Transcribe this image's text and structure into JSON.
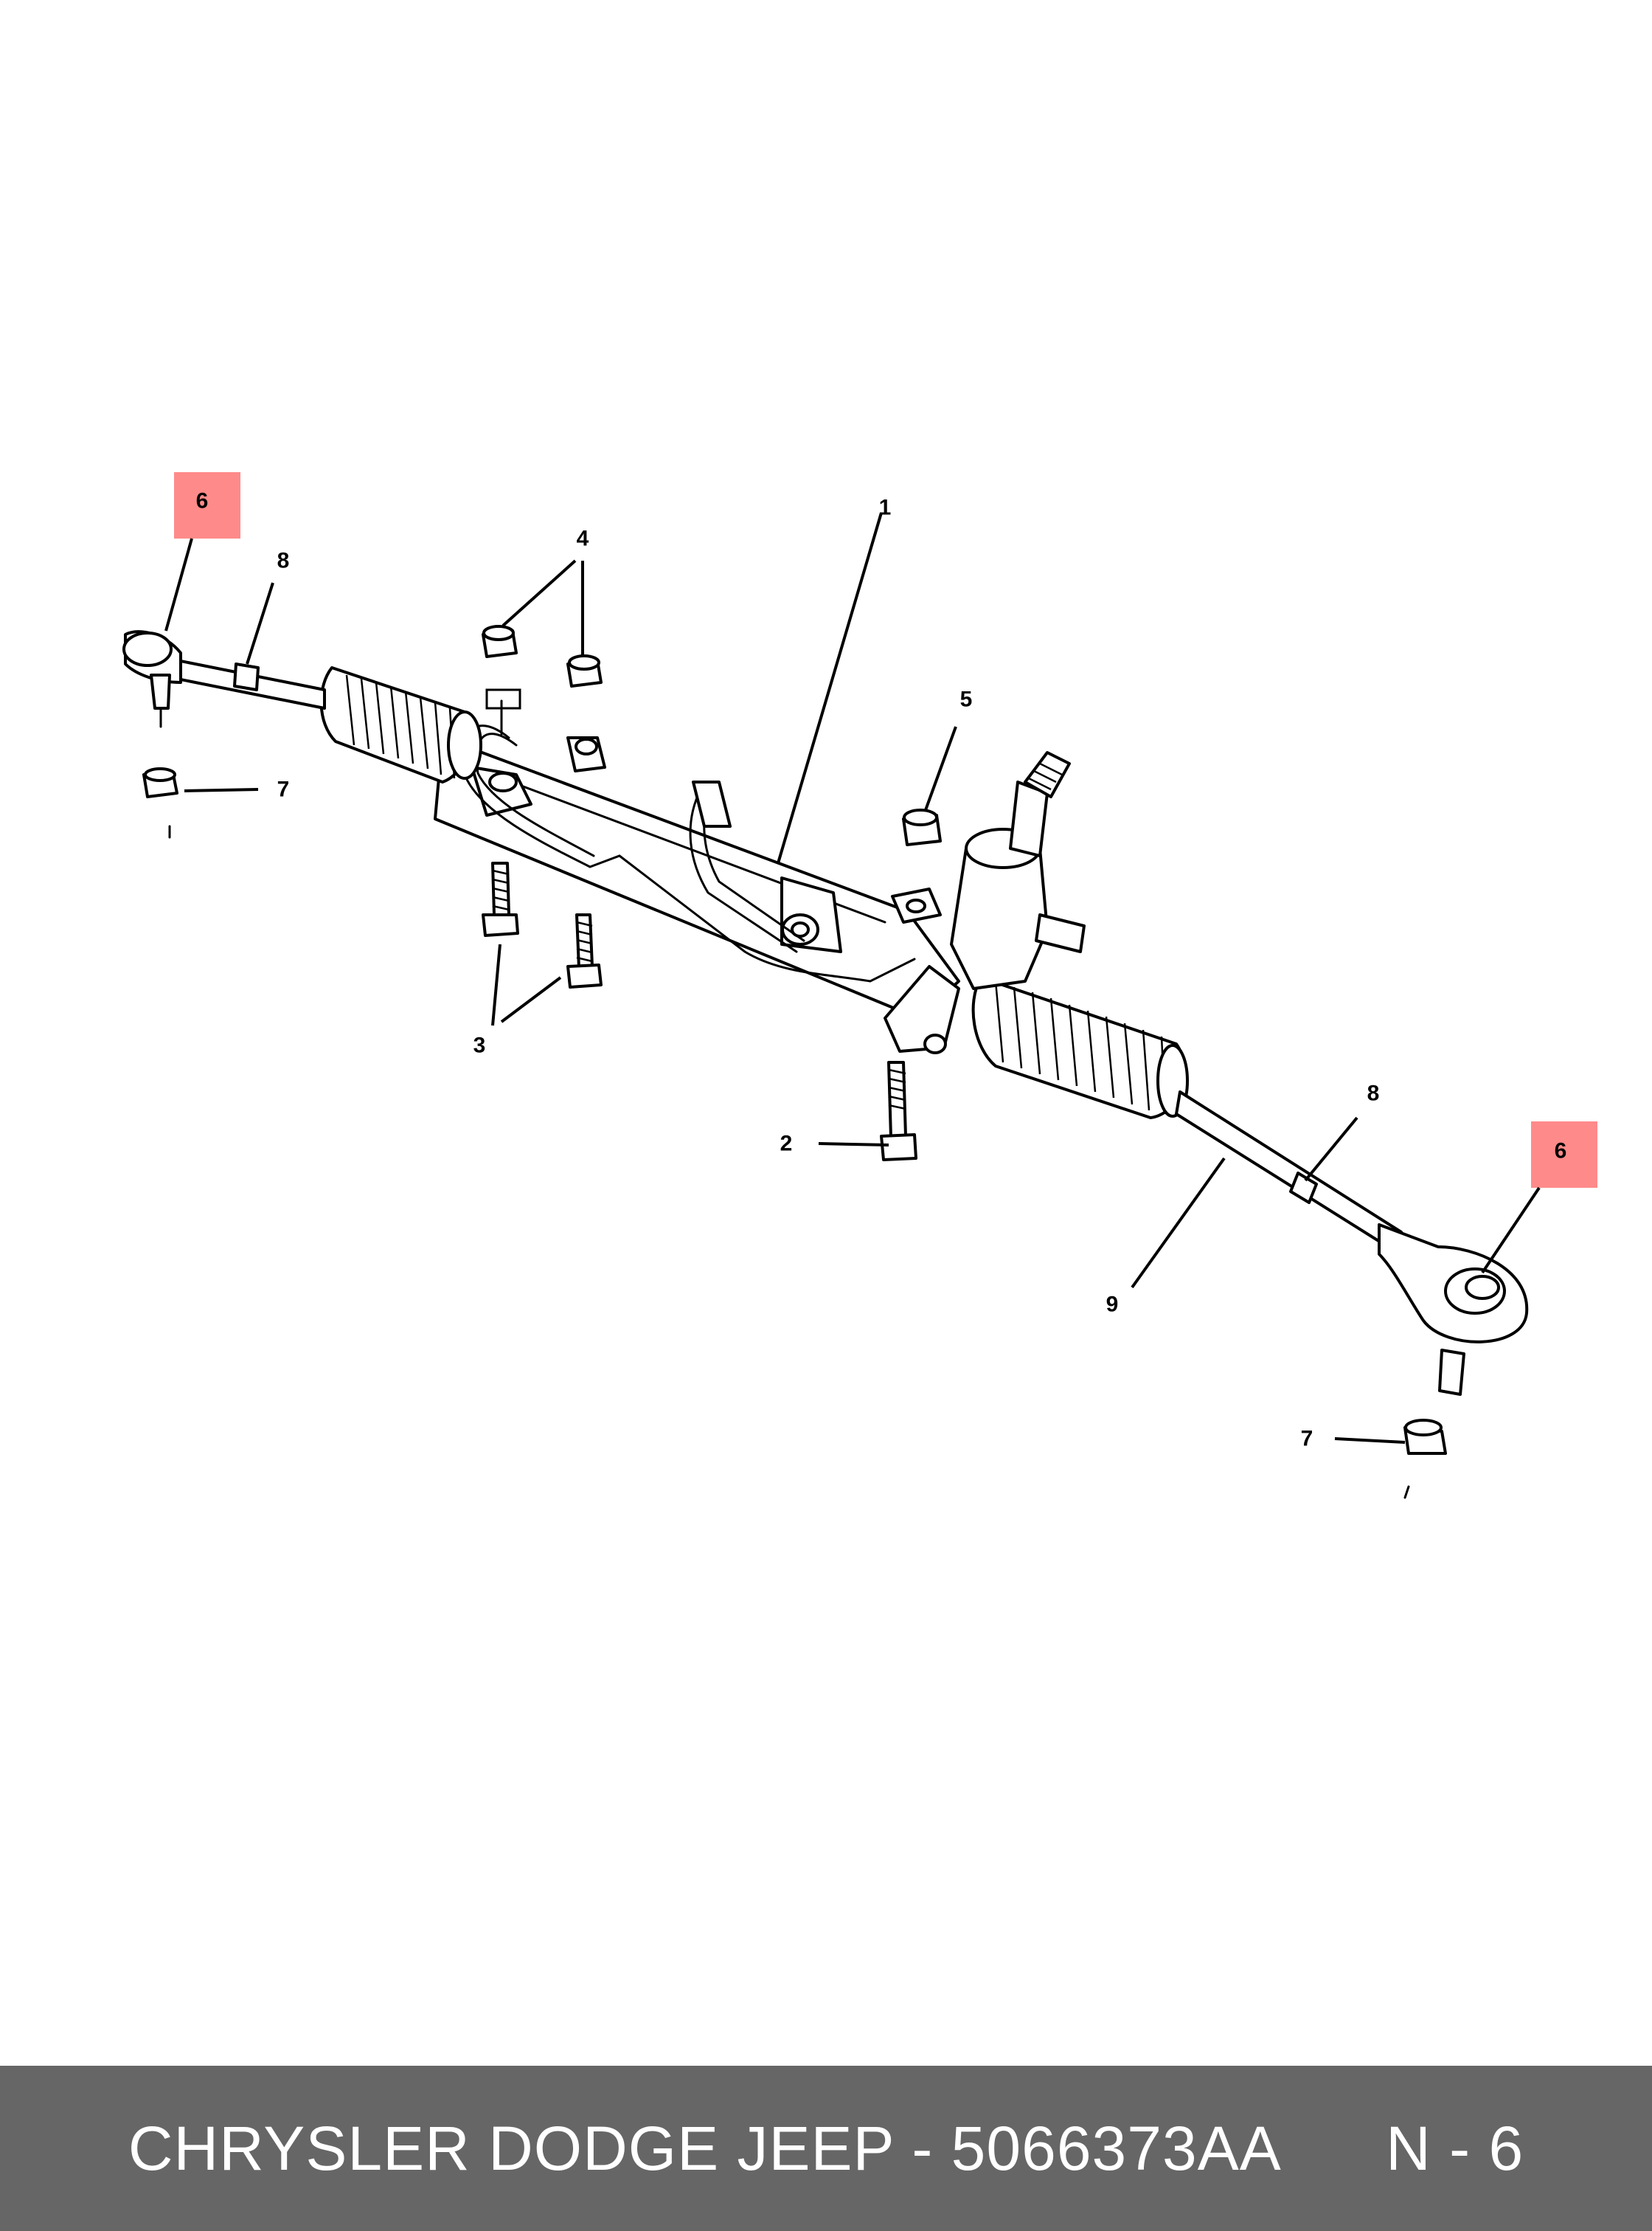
{
  "colors": {
    "background": "#ffffff",
    "footer_background": "#666666",
    "footer_text": "#ffffff",
    "highlight": "#ff8a8a",
    "line_art": "#000000"
  },
  "callouts": {
    "c1": "1",
    "c2": "2",
    "c3": "3",
    "c4": "4",
    "c5": "5",
    "c6_left": "6",
    "c6_right": "6",
    "c7_left": "7",
    "c7_right": "7",
    "c8_left": "8",
    "c8_right": "8",
    "c9": "9"
  },
  "highlighted_callout": "6",
  "footer": {
    "text": "CHRYSLER DODGE JEEP - 5066373AA      N - 6"
  }
}
